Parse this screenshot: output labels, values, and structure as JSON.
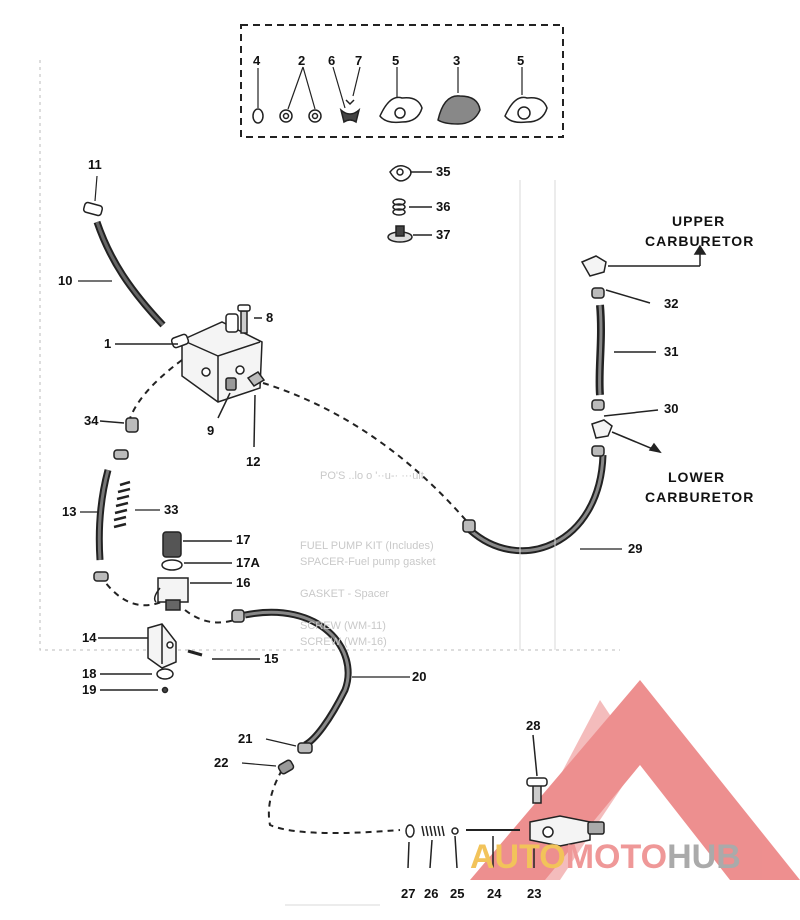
{
  "diagram": {
    "part_numbers": {
      "p1": "1",
      "p2": "2",
      "p3": "3",
      "p4": "4",
      "p5a": "5",
      "p5b": "5",
      "p6": "6",
      "p7": "7",
      "p8": "8",
      "p9": "9",
      "p10": "10",
      "p11": "11",
      "p12": "12",
      "p13": "13",
      "p14": "14",
      "p15": "15",
      "p16": "16",
      "p17": "17",
      "p17a": "17A",
      "p18": "18",
      "p19": "19",
      "p20": "20",
      "p21": "21",
      "p22": "22",
      "p23": "23",
      "p24": "24",
      "p25": "25",
      "p26": "26",
      "p27": "27",
      "p28": "28",
      "p29": "29",
      "p30": "30",
      "p31": "31",
      "p32": "32",
      "p33": "33",
      "p34": "34",
      "p35": "35",
      "p36": "36",
      "p37": "37"
    },
    "callouts": {
      "upper_line1": "UPPER",
      "upper_line2": "CARBURETOR",
      "lower_line1": "LOWER",
      "lower_line2": "CARBURETOR"
    }
  },
  "watermark": {
    "part1": "AUTO",
    "part2": "MOTO",
    "part3": "HUB",
    "colors": {
      "triangle": "#e86a6a",
      "auto": "#f2c35a",
      "moto": "#ef9898",
      "hub": "#aaaaaa"
    }
  }
}
